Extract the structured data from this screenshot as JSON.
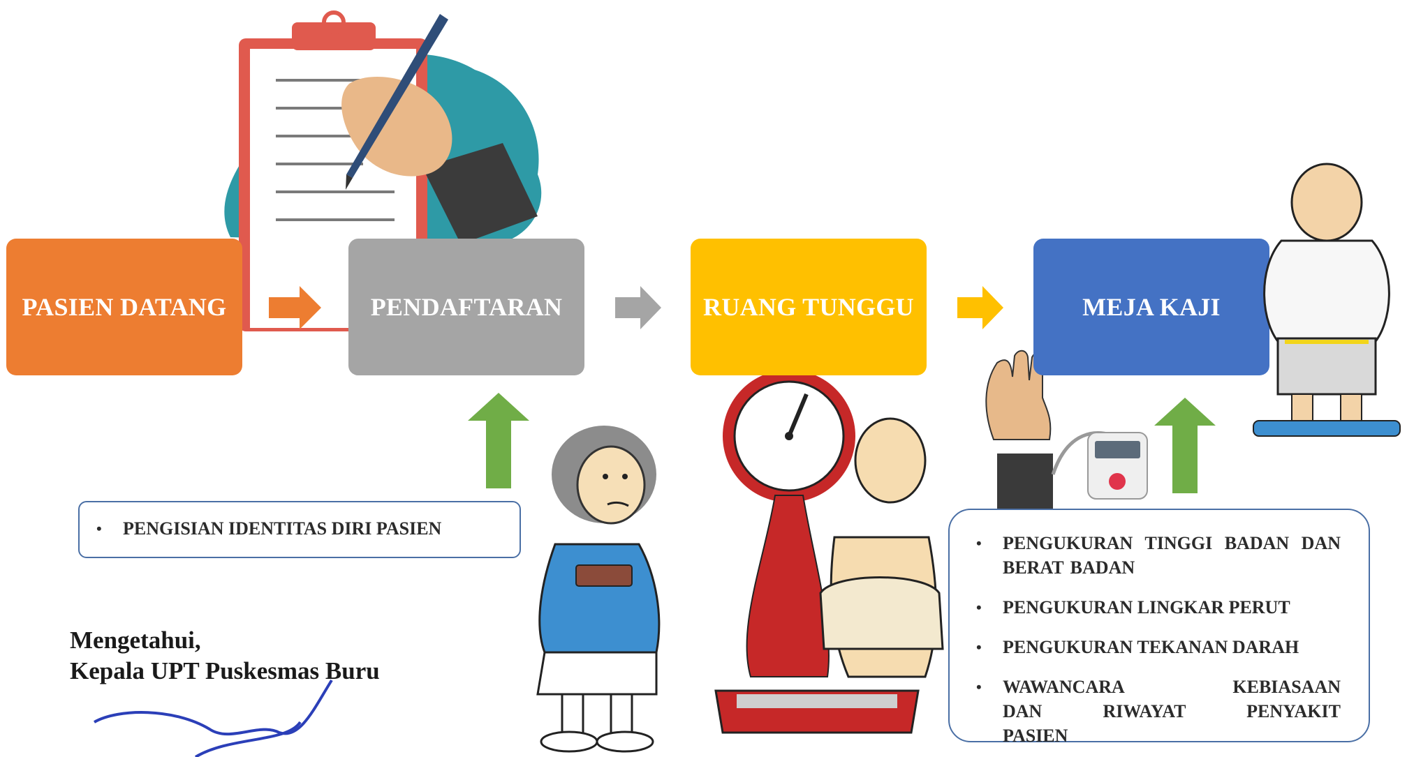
{
  "steps": [
    {
      "label": "PASIEN DATANG",
      "color": "#ED7D31"
    },
    {
      "label": "PENDAFTARAN",
      "color": "#A5A5A5"
    },
    {
      "label": "RUANG TUNGGU",
      "color": "#FFC000"
    },
    {
      "label": "MEJA KAJI",
      "color": "#4472C4"
    }
  ],
  "registration_box": {
    "items": [
      "PENGISIAN IDENTITAS DIRI PASIEN"
    ]
  },
  "assessment_box": {
    "items": [
      "PENGUKURAN TINGGI BADAN DAN BERAT BADAN",
      "PENGUKURAN LINGKAR PERUT",
      "PENGUKURAN TEKANAN DARAH",
      "WAWANCARA KEBIASAAN DAN RIWAYAT PENYAKIT PASIEN"
    ]
  },
  "signature": {
    "line1": "Mengetahui,",
    "line2": "Kepala UPT Puskesmas Buru"
  },
  "colors": {
    "up_arrow": "#70AD47",
    "box_border": "#4A6FA5"
  },
  "illustrations": [
    "clipboard-writing-illustration",
    "nurse-with-clipboard-illustration",
    "weighing-scale-patient-illustration",
    "blood-pressure-monitor-illustration",
    "man-measuring-waist-illustration",
    "signature-scribble"
  ]
}
